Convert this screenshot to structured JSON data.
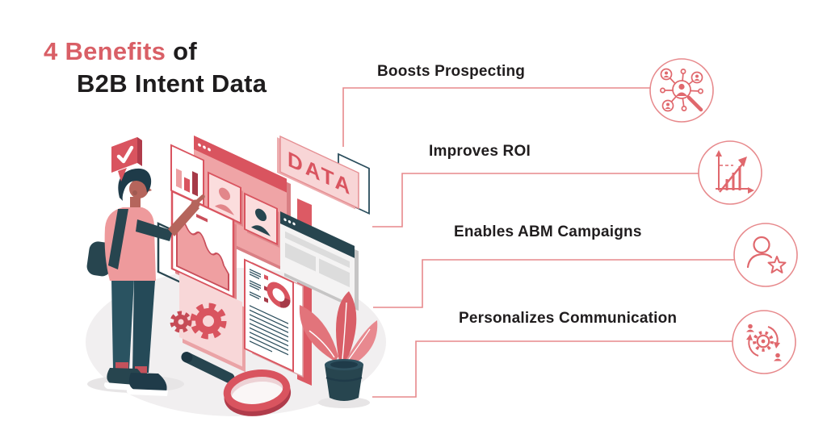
{
  "title": {
    "highlight": "4 Benefits",
    "suffix": "of",
    "line2": "B2B Intent Data"
  },
  "benefits": [
    {
      "label": "Boosts Prospecting",
      "icon": "network-search-icon"
    },
    {
      "label": "Improves ROI",
      "icon": "growth-chart-icon"
    },
    {
      "label": "Enables ABM Campaigns",
      "icon": "user-star-icon"
    },
    {
      "label": "Personalizes Communication",
      "icon": "sync-gear-people-icon"
    }
  ],
  "illustration": {
    "banner_text": "DATA",
    "alt": "person-analyzing-data-dashboards"
  },
  "colors": {
    "accent": "#d9545f",
    "accent_line": "#e7898c",
    "icon_stroke": "#e0686d",
    "salmon": "#ee9a9c",
    "pink_light": "#f8d7d8",
    "dark_teal": "#27454f",
    "text": "#1e1c1d",
    "background": "#ffffff"
  }
}
